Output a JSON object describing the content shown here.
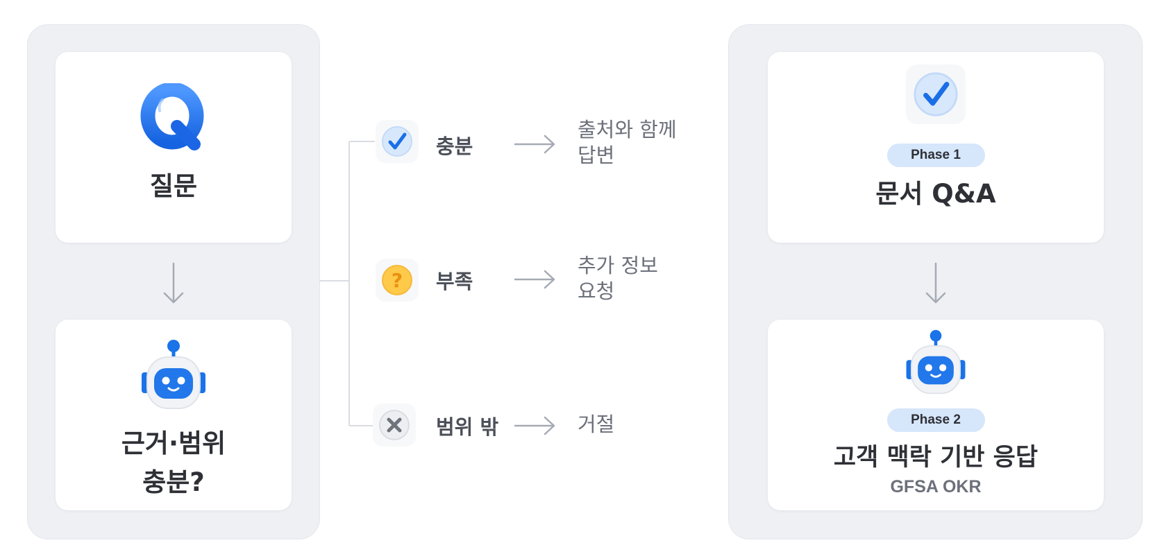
{
  "left": {
    "question": {
      "icon": "q-icon",
      "label": "질문"
    },
    "check": {
      "icon": "robot-icon",
      "label_line1": "근거·범위",
      "label_line2": "충분?"
    }
  },
  "branches": [
    {
      "icon": "check-icon",
      "label": "충분",
      "result": "출처와 함께\n답변"
    },
    {
      "icon": "question-icon",
      "label": "부족",
      "result": "추가 정보\n요청"
    },
    {
      "icon": "x-icon",
      "label": "범위 밖",
      "result": "거절"
    }
  ],
  "right": {
    "phase1": {
      "icon": "check-icon",
      "pill": "Phase 1",
      "title": "문서 Q&A"
    },
    "phase2": {
      "icon": "robot-icon",
      "pill": "Phase 2",
      "title": "고객 맥락 기반 응답",
      "subtitle": "GFSA OKR"
    }
  },
  "colors": {
    "accent": "#1a73e8",
    "panel": "#eef0f4",
    "pill": "#d6e6fb",
    "arrow": "#a5aab4",
    "question": "#f6a623"
  }
}
